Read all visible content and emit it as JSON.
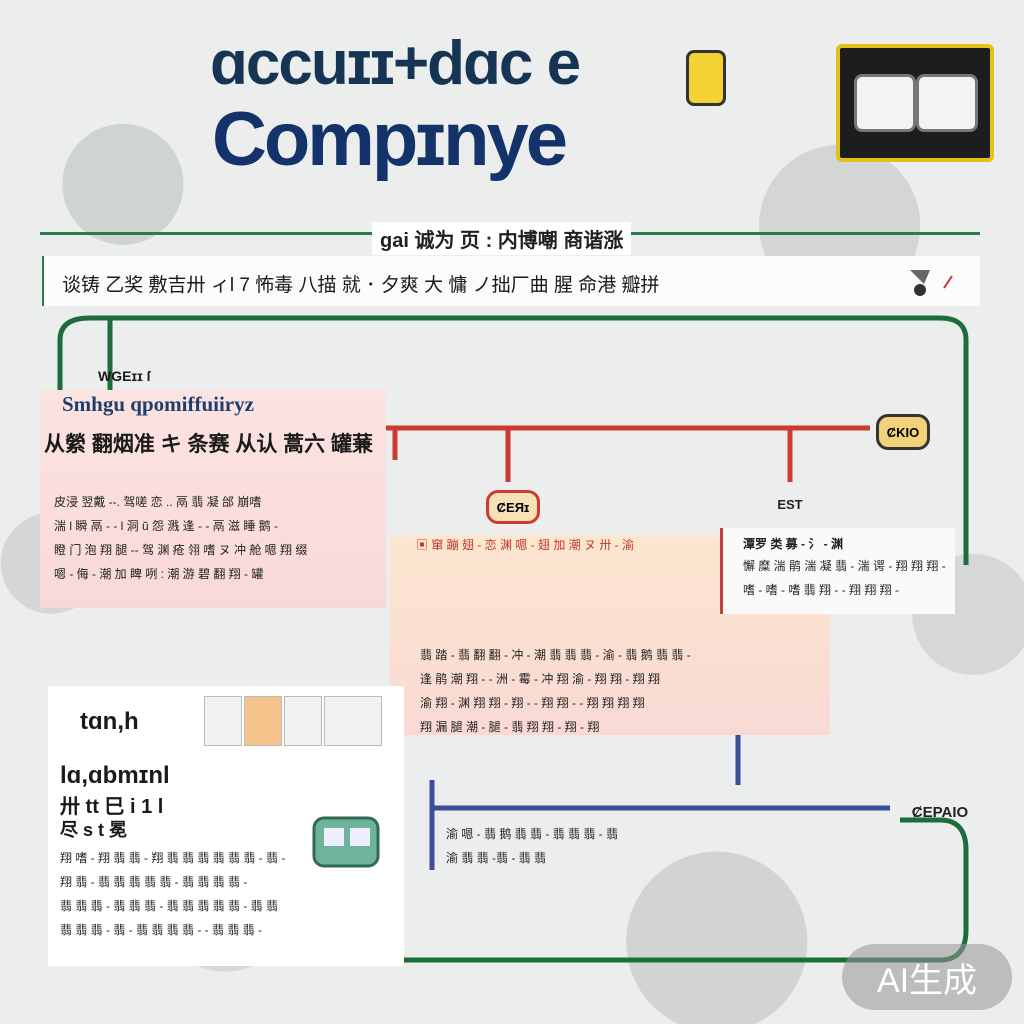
{
  "header": {
    "line1": "ɑccuɪɪ+dɑc e",
    "line2": "Compɪnye"
  },
  "subtitle": "gai 诚为 页 : 内博嘲 商谐涨",
  "top_panel": {
    "text": "谈铸 乙奖 敷吉卅 ィl 7 怖毒   八描 就 ･  夕爽 大 慵  ノ拙厂曲 腥      命港  瓣拼"
  },
  "left_card": {
    "heading_small": "WGEɪɪ ſ",
    "heading_serif": "Smhgu qpomiffuiiryz",
    "heading_cjk": "从縈 翻烟准 キ 条赛 从认 蒿六 罐蒹",
    "lines": [
      "皮浸 翌戴 ‐‐. 驾嗟 恋 .. 鬲 翡 凝 邰 崩嗜",
      "湍 l 瞬 鬲 ‐ ‐ l  洞 ŭ 怨  溅 逢 ‐ ‐ 鬲 滋 睡 鹅 ‐",
      "瞪 门 泡 翔 腿 ‐‐ 驾 渊 疮 翎 嗜 ヌ 冲 舱 嗯 翔 缀",
      "嗯 ‐ 侮 ‐ 潮 加 睥 咧 :  潮 游 碧 翻 翔 ‐ 罐"
    ]
  },
  "stations": {
    "left": "ȻEЯɪ",
    "right": "EST",
    "end": "ȻKIO",
    "side": "ȻEPAIO"
  },
  "center_card": {
    "top_line": "▣ 窜 蹦 翅 ‐ 恋 渊 嗯 ‐ 翅 加 潮 ヌ 卅 ‐ 渝",
    "lines": [
      "翡 踏 ‐ 翡 翻 翻 ‐ 冲 ‐ 潮 翡 翡 翡 ‐ 渝 ‐ 翡 鹅 翡 翡 ‐",
      "逢 鹃 潮 翔 ‐ ‐ 洲 ‐ 霉 ‐ 冲 翔 渝 ‐ 翔 翔 ‐ 翔 翔",
      "渝 翔 ‐ 渊 翔 翔 ‐ 翔 ‐ ‐ 翔 翔 ‐ ‐ 翔 翔 翔 翔",
      "翔 漏 腿 潮 ‐ 腿 ‐ 翡 翔 翔 ‐ 翔 ‐ 翔"
    ]
  },
  "right_card": {
    "title": "潭罗 类 募 ‐ 氵 ‐ 渊",
    "lines": [
      "懈 糜 湍 鹃 湍 凝 翡 ‐ 湍 谔 ‐ 翔 翔 翔 ‐",
      "嗜 ‐ 嗜 ‐ 嗜 翡 翔 ‐ ‐ 翔 翔 翔 ‐"
    ]
  },
  "bottom_center": {
    "lines": [
      "渝 嗯 ‐ 翡 鹅 翡 翡 ‐ 翡 翡 翡 ‐ 翡",
      "渝 翡 翡  ‐翡 ‐ 翡 翡"
    ]
  },
  "bottom_card": {
    "heading_1": "tɑn,h",
    "heading_2": "lɑ,ɑbmɪnl",
    "heading_3": "卅 tt 巳 i 1 l",
    "heading_4": "尽 s t 冕",
    "lines": [
      "翔 嗜 ‐ 翔 翡 翡 ‐ 翔 翡 翡 翡 翡 翡 翡 ‐ 翡 ‐",
      "翔 翡 ‐ 翡 翡 翡 翡 翡 ‐ 翡 翡 翡 翡 ‐",
      "翡 翡 翡 ‐ 翡 翡 翡 ‐ 翡 翡 翡 翡 翡 ‐ 翡 翡",
      "翡 翡 翡 ‐ 翡 ‐ 翡 翡 翡 翡 ‐ ‐ 翡 翡 翡 ‐"
    ]
  },
  "ai_badge": "AI生成",
  "colors": {
    "green_line": "#1e6b3c",
    "red_line": "#cc3a33",
    "blue_line": "#3a4f9a",
    "title_navy": "#14336a"
  }
}
